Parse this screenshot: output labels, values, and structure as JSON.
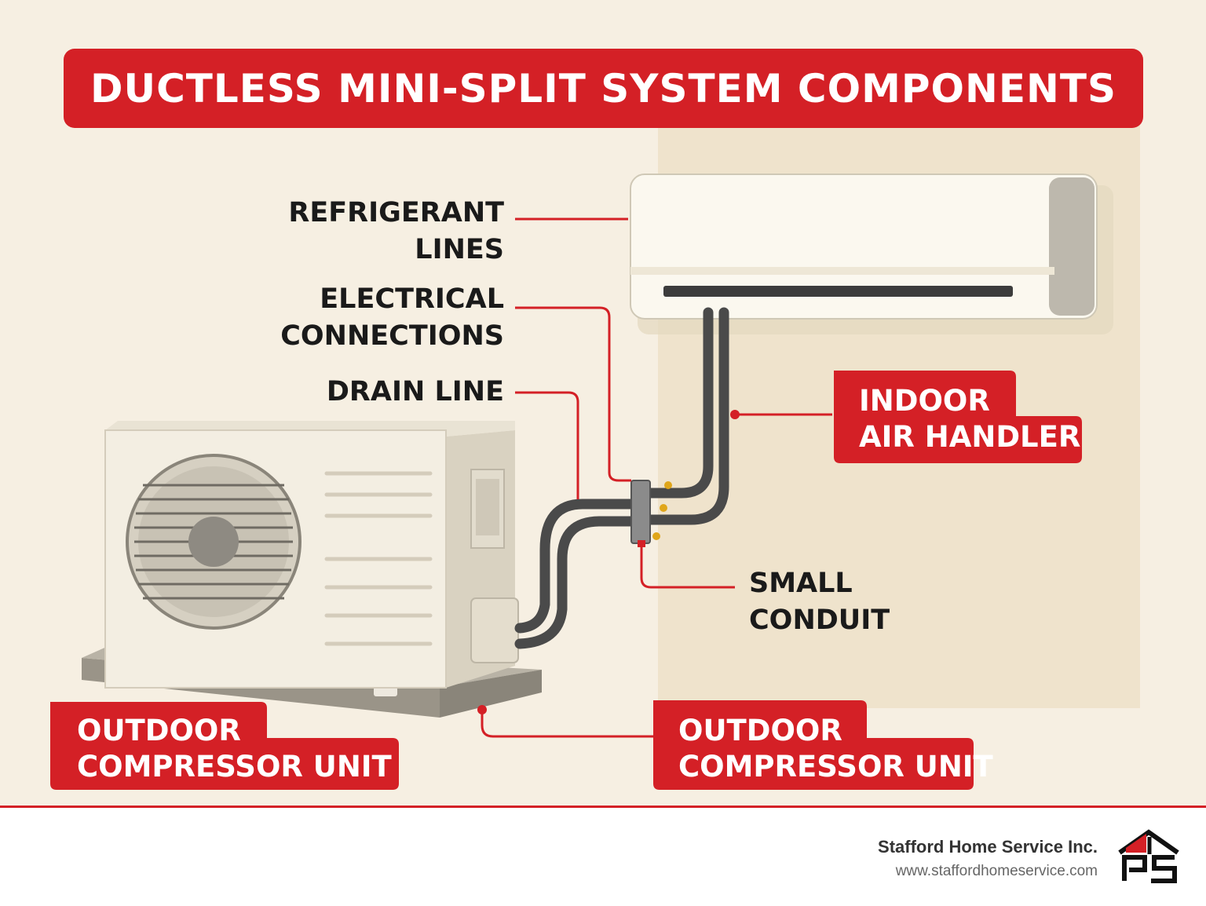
{
  "title": "DUCTLESS MINI-SPLIT SYSTEM COMPONENTS",
  "labels": {
    "refrigerant_lines": [
      "REFRIGERANT",
      "LINES"
    ],
    "electrical_connections": [
      "ELECTRICAL",
      "CONNECTIONS"
    ],
    "drain_line": "DRAIN LINE",
    "small_conduit": [
      "SMALL",
      "CONDUIT"
    ],
    "indoor_air_handler": [
      "INDOOR",
      "AIR HANDLER"
    ],
    "outdoor_compressor_left": [
      "OUTDOOR",
      "COMPRESSOR UNIT"
    ],
    "outdoor_compressor_right": [
      "OUTDOOR",
      "COMPRESSOR UNIT"
    ]
  },
  "footer": {
    "company": "Stafford Home Service Inc.",
    "website": "www.staffordhomeservice.com"
  },
  "colors": {
    "accent": "#d42026",
    "background": "#f6efe2",
    "wall": "#efe3cc",
    "line_pipe": "#4a4a4a"
  },
  "icons": [
    "outdoor-unit-fan-icon",
    "indoor-unit-icon",
    "company-logo-icon"
  ]
}
